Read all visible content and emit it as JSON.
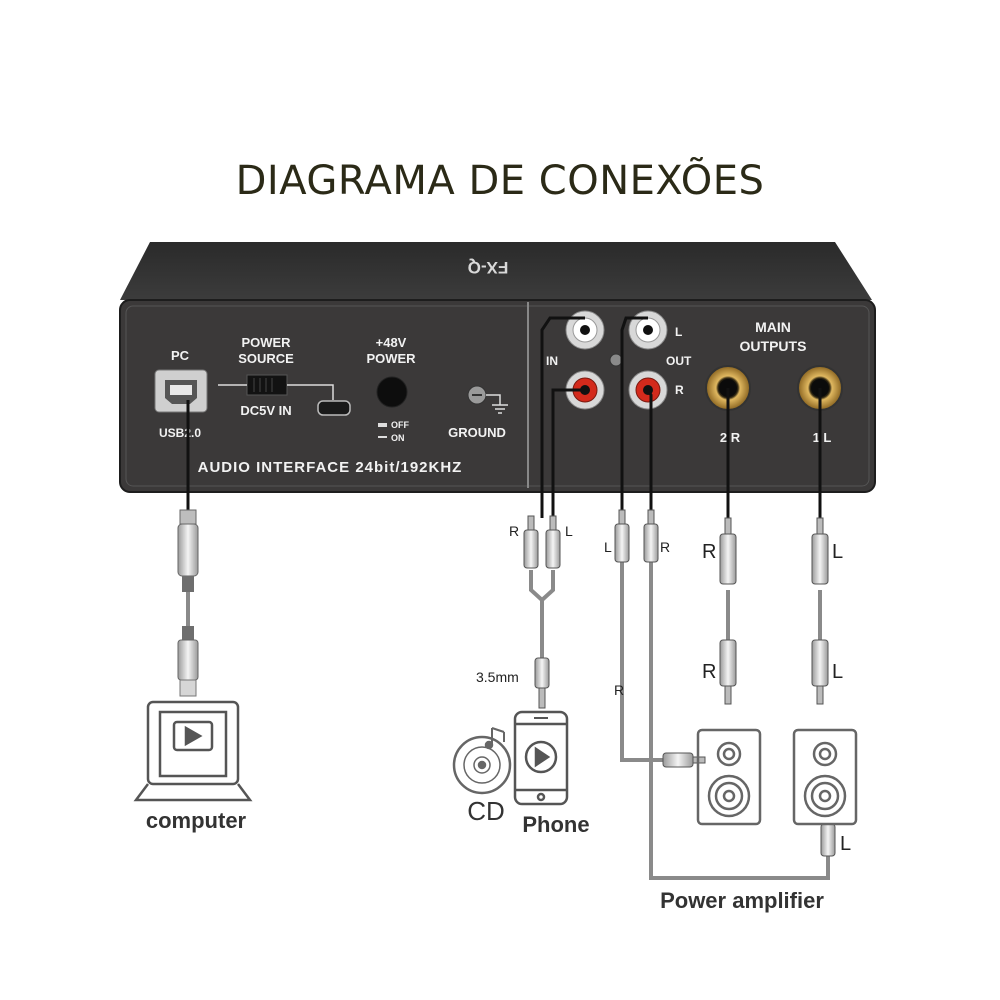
{
  "title": "DIAGRAMA DE CONEXÕES",
  "device": {
    "brand_mark": "FX-Q",
    "pc_label": "PC",
    "usb_label": "USB2.0",
    "power_source_line1": "POWER",
    "power_source_line2": "SOURCE",
    "dc_label": "DC5V IN",
    "phantom_line1": "+48V",
    "phantom_line2": "POWER",
    "off_label": "OFF",
    "on_label": "ON",
    "ground_label": "GROUND",
    "footer": "AUDIO INTERFACE  24bit/192KHZ",
    "in_label": "IN",
    "out_label": "OUT",
    "rca_l": "L",
    "rca_r": "R",
    "main_outputs_line1": "MAIN",
    "main_outputs_line2": "OUTPUTS",
    "jack2_label": "2 R",
    "jack1_label": "1 L"
  },
  "cables": {
    "in_r": "R",
    "in_l": "L",
    "out_l": "L",
    "out_r": "R",
    "trs_r_top": "R",
    "trs_l_top": "L",
    "trs_r_bottom": "R",
    "trs_l_bottom": "L",
    "size_35": "3.5mm",
    "side_r": "R",
    "amp_l": "L"
  },
  "devices": {
    "computer": "computer",
    "cd": "CD",
    "phone": "Phone",
    "amplifier": "Power amplifier"
  },
  "colors": {
    "panel": "#3a3838",
    "rca_red": "#d32a1c",
    "gold": "#c8a040",
    "cable": "#8a8a8a"
  }
}
